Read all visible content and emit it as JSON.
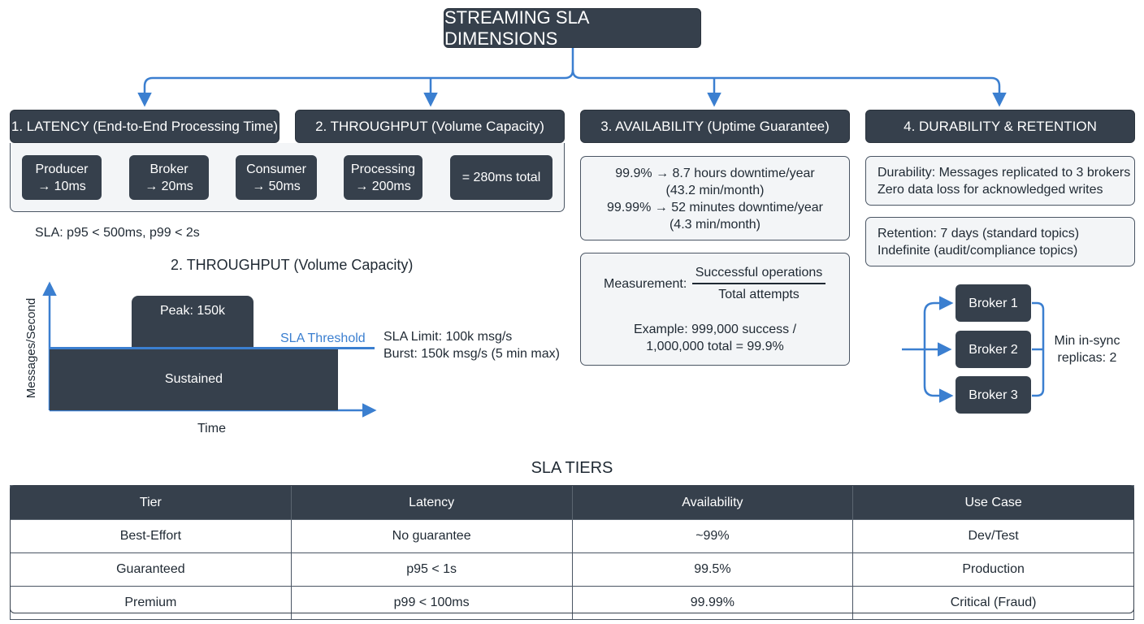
{
  "title": "STREAMING SLA DIMENSIONS",
  "latency": {
    "header": "1. LATENCY (End-to-End Processing Time)",
    "stages": [
      {
        "name": "Producer",
        "value": "→ 10ms"
      },
      {
        "name": "Broker",
        "value": "→ 20ms"
      },
      {
        "name": "Consumer",
        "value": "→ 50ms"
      },
      {
        "name": "Processing",
        "value": "→ 200ms"
      }
    ],
    "total": "= 280ms total",
    "sla": "SLA: p95 < 500ms, p99 < 2s"
  },
  "throughput": {
    "header": "2. THROUGHPUT (Volume Capacity)",
    "title": "2. THROUGHPUT (Volume Capacity)",
    "ylabel": "Messages/Second",
    "xlabel": "Time",
    "peak": "Peak: 150k",
    "sustained": "Sustained",
    "threshold": "SLA Threshold",
    "limit": "SLA Limit: 100k msg/s",
    "burst": "Burst: 150k msg/s (5 min max)"
  },
  "availability": {
    "header": "3. AVAILABILITY (Uptime Guarantee)",
    "lines": [
      "99.9% → 8.7 hours downtime/year",
      "(43.2 min/month)",
      "99.99% → 52 minutes downtime/year",
      "(4.3 min/month)"
    ],
    "measurement_label": "Measurement:",
    "numerator": "Successful operations",
    "denominator": "Total attempts",
    "example_1": "Example: 999,000 success /",
    "example_2": "1,000,000 total = 99.9%"
  },
  "durability": {
    "header": "4. DURABILITY & RETENTION",
    "durability_1": "Durability: Messages replicated to 3 brokers",
    "durability_2": "Zero data loss for acknowledged writes",
    "retention_1": "Retention: 7 days (standard topics)",
    "retention_2": "Indefinite (audit/compliance topics)",
    "brokers": [
      "Broker 1",
      "Broker 2",
      "Broker 3"
    ],
    "min_isr_1": "Min in-sync",
    "min_isr_2": "replicas: 2"
  },
  "tiers": {
    "title": "SLA TIERS",
    "columns": [
      "Tier",
      "Latency",
      "Availability",
      "Use Case"
    ],
    "rows": [
      [
        "Best-Effort",
        "No guarantee",
        "~99%",
        "Dev/Test"
      ],
      [
        "Guaranteed",
        "p95 < 1s",
        "99.5%",
        "Production"
      ],
      [
        "Premium",
        "p99 < 100ms",
        "99.99%",
        "Critical (Fraud)"
      ]
    ]
  },
  "colors": {
    "dark": "#36404c",
    "arrow_blue": "#3b7fd0",
    "panel": "#f3f5f7"
  }
}
